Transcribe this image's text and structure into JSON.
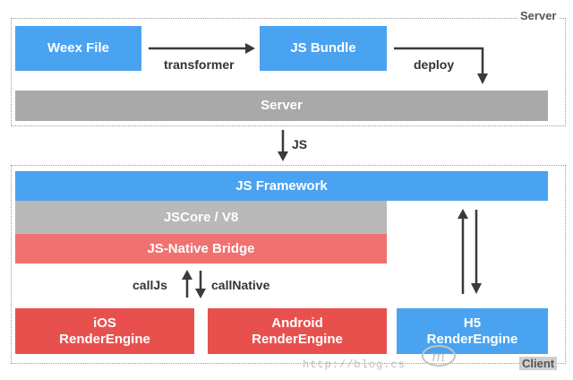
{
  "server_section": {
    "corner_label": "Server",
    "weex_file": "Weex File",
    "transformer_label": "transformer",
    "js_bundle": "JS Bundle",
    "deploy_label": "deploy",
    "server_bar": "Server"
  },
  "transfer_label": "JS",
  "client_section": {
    "corner_label": "Client",
    "js_framework": "JS Framework",
    "jscore": "JSCore / V8",
    "bridge": "JS-Native Bridge",
    "calljs_label": "callJs",
    "callnative_label": "callNative",
    "ios_engine": [
      "iOS",
      "RenderEngine"
    ],
    "android_engine": [
      "Android",
      "RenderEngine"
    ],
    "h5_engine": [
      "H5",
      "RenderEngine"
    ]
  },
  "watermark": "http://blog.cs"
}
